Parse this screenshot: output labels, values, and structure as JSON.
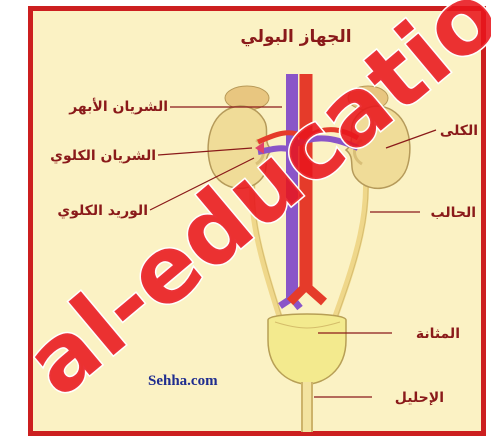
{
  "diagram": {
    "title": "الجهاز البولي",
    "source_credit": "Sehha.com",
    "labels": {
      "aorta": "الشريان الأبهر",
      "renal_artery": "الشريان الكلوي",
      "renal_vein": "الوريد الكلوي",
      "kidneys": "الكلى",
      "ureter": "الحالب",
      "bladder": "المثانة",
      "urethra": "الإحليل"
    },
    "watermark": "al-education",
    "colors": {
      "border": "#cc1f1f",
      "background": "#fbf2c4",
      "kidney": "#f0dc98",
      "artery": "#e53b2a",
      "vein": "#8a55c8",
      "label": "#8a1a1a",
      "watermark": "#e8161c"
    }
  }
}
